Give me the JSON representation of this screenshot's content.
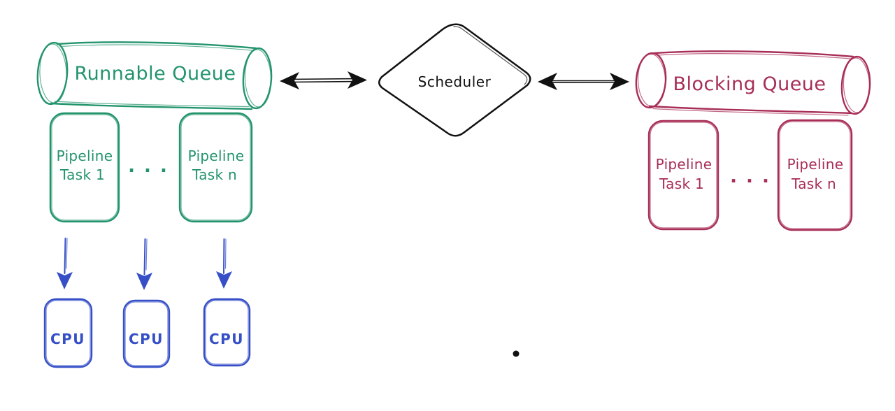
{
  "diagram": {
    "colors": {
      "green": "#23946b",
      "red": "#a82e56",
      "blue": "#364fc7",
      "ink": "#111111"
    },
    "runnable_queue": {
      "label": "Runnable Queue"
    },
    "scheduler": {
      "label": "Scheduler"
    },
    "blocking_queue": {
      "label": "Blocking Queue"
    },
    "runnable_tasks": [
      {
        "line1": "Pipeline",
        "line2": "Task 1"
      },
      {
        "line1": "Pipeline",
        "line2": "Task n"
      }
    ],
    "runnable_ellipsis": ". . .",
    "blocking_tasks": [
      {
        "line1": "Pipeline",
        "line2": "Task 1"
      },
      {
        "line1": "Pipeline",
        "line2": "Task n"
      }
    ],
    "blocking_ellipsis": ". . .",
    "cpus": [
      {
        "label": "CPU"
      },
      {
        "label": "CPU"
      },
      {
        "label": "CPU"
      }
    ]
  }
}
